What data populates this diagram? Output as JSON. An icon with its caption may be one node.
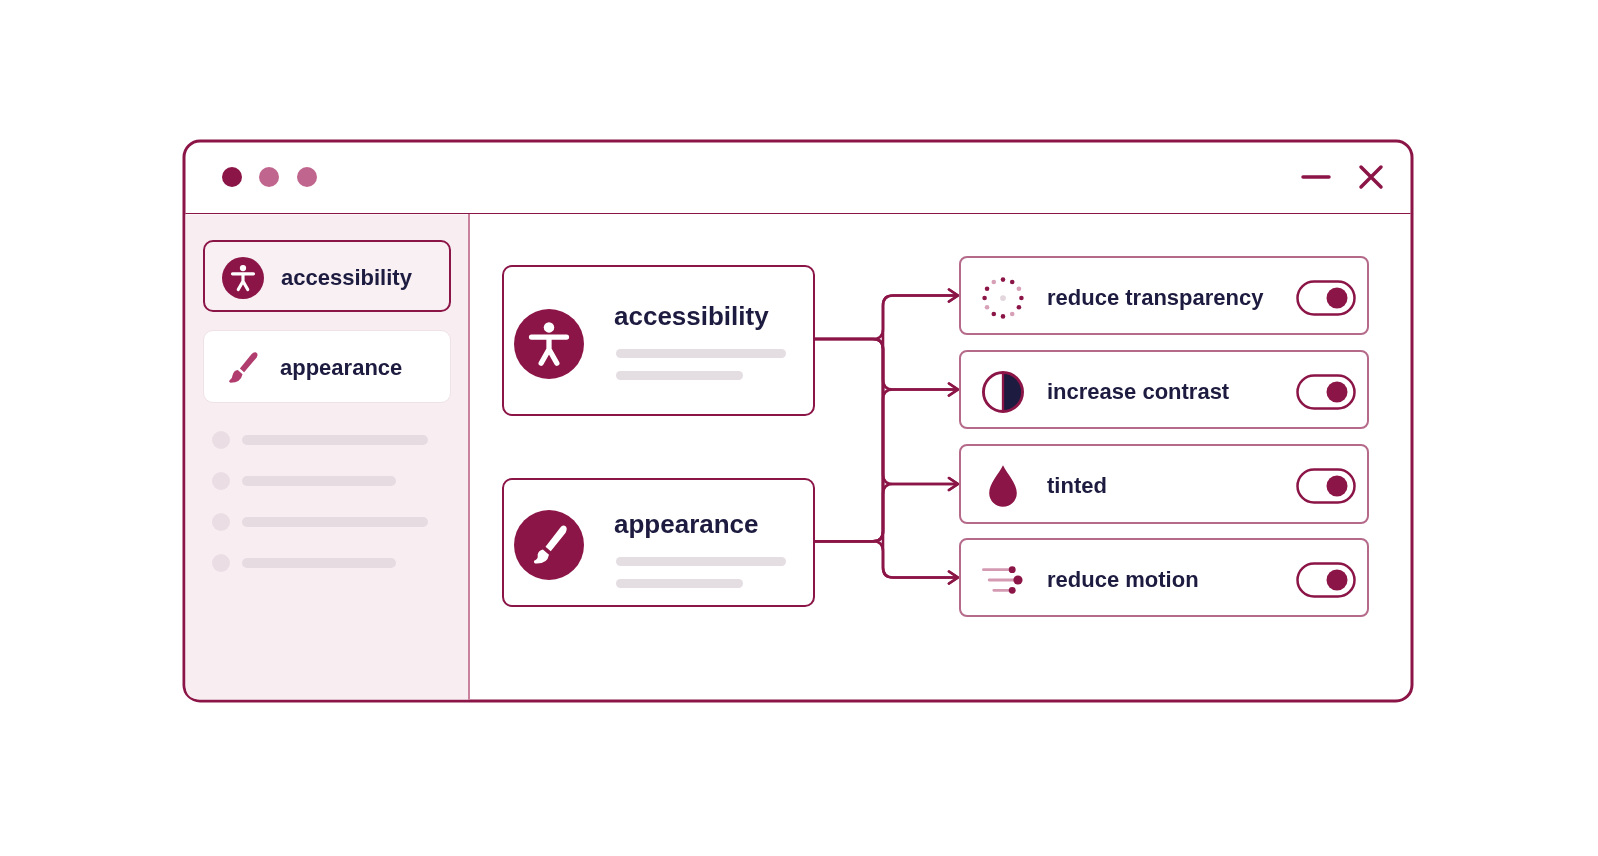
{
  "diagram": {
    "nodes": [
      {
        "text": [
          "accessibility"
        ]
      },
      {
        "text": [
          "appearance"
        ]
      },
      {
        "text": [
          "accessibility"
        ]
      },
      {
        "text": [
          "appearance"
        ]
      },
      {
        "text": [
          "reduce transparency"
        ]
      },
      {
        "text": [
          "increase contrast"
        ]
      },
      {
        "text": [
          "tinted"
        ]
      },
      {
        "text": [
          "reduce motion"
        ]
      }
    ],
    "edges": [
      {
        "from": 2,
        "to": 4,
        "arrow": "to"
      },
      {
        "from": 2,
        "to": 5,
        "arrow": "to"
      },
      {
        "from": 2,
        "to": 6,
        "arrow": "to"
      },
      {
        "from": 2,
        "to": 7,
        "arrow": "to"
      },
      {
        "from": 3,
        "to": 4,
        "arrow": "to"
      },
      {
        "from": 3,
        "to": 5,
        "arrow": "to"
      },
      {
        "from": 3,
        "to": 6,
        "arrow": "to"
      },
      {
        "from": 3,
        "to": 7,
        "arrow": "to"
      }
    ]
  }
}
